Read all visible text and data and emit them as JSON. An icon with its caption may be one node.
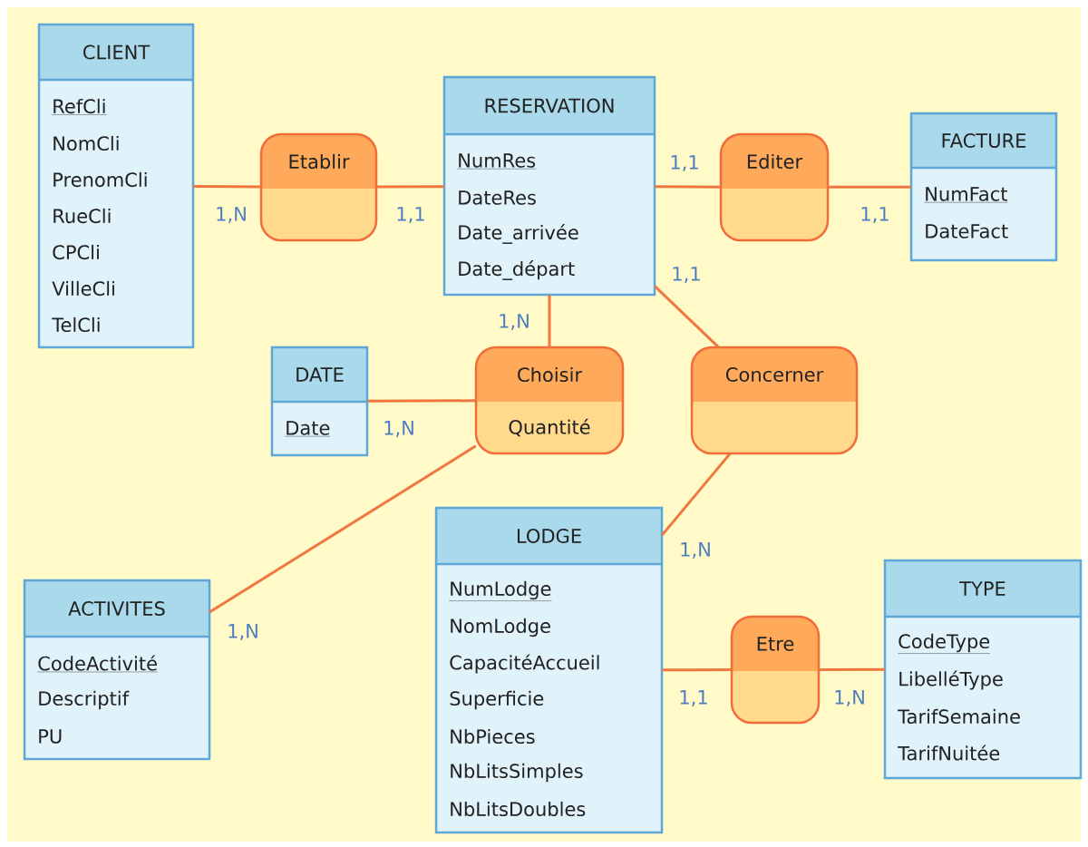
{
  "diagram": {
    "nodes": [
      {
        "text": [
          "CLIENT",
          "RefCli",
          "NomCli",
          "PrenomCli",
          "RueCli",
          "CPCli",
          "VilleCli",
          "TelCli"
        ]
      },
      {
        "text": [
          "RESERVATION",
          "NumRes",
          "DateRes",
          "Date_arrivée",
          "Date_départ"
        ]
      },
      {
        "text": [
          "Etablir"
        ]
      },
      {
        "text": [
          "Editer"
        ]
      },
      {
        "text": [
          "FACTURE",
          "NumFact",
          "DateFact"
        ]
      },
      {
        "text": [
          "DATE",
          "Date"
        ]
      },
      {
        "text": [
          "Choisir",
          "Quantité"
        ]
      },
      {
        "text": [
          "Concerner"
        ]
      },
      {
        "text": [
          "LODGE",
          "NumLodge",
          "NomLodge",
          "CapacitéAccueil",
          "Superficie",
          "NbPieces",
          "NbLitsSimples",
          "NbLitsDoubles"
        ]
      },
      {
        "text": [
          "ACTIVITES",
          "CodeActivité",
          "Descriptif",
          "PU"
        ]
      },
      {
        "text": [
          "Etre"
        ]
      },
      {
        "text": [
          "TYPE",
          "CodeType",
          "LibelléType",
          "TarifSemaine",
          "TarifNuitée"
        ]
      }
    ],
    "edges": [
      {
        "from": 0,
        "to": 2,
        "arrow": "none",
        "label": "1,N"
      },
      {
        "from": 2,
        "to": 1,
        "arrow": "none",
        "label": "1,1"
      },
      {
        "from": 1,
        "to": 3,
        "arrow": "none",
        "label": "1,1"
      },
      {
        "from": 3,
        "to": 4,
        "arrow": "none",
        "label": "1,1"
      },
      {
        "from": 1,
        "to": 6,
        "arrow": "none",
        "label": "1,N"
      },
      {
        "from": 5,
        "to": 6,
        "arrow": "none",
        "label": "1,N"
      },
      {
        "from": 6,
        "to": 9,
        "arrow": "none",
        "label": "1,N"
      },
      {
        "from": 1,
        "to": 7,
        "arrow": "none",
        "label": "1,1"
      },
      {
        "from": 7,
        "to": 8,
        "arrow": "none",
        "label": "1,N"
      },
      {
        "from": 8,
        "to": 10,
        "arrow": "none",
        "label": "1,1"
      },
      {
        "from": 10,
        "to": 11,
        "arrow": "none",
        "label": "1,N"
      }
    ]
  }
}
